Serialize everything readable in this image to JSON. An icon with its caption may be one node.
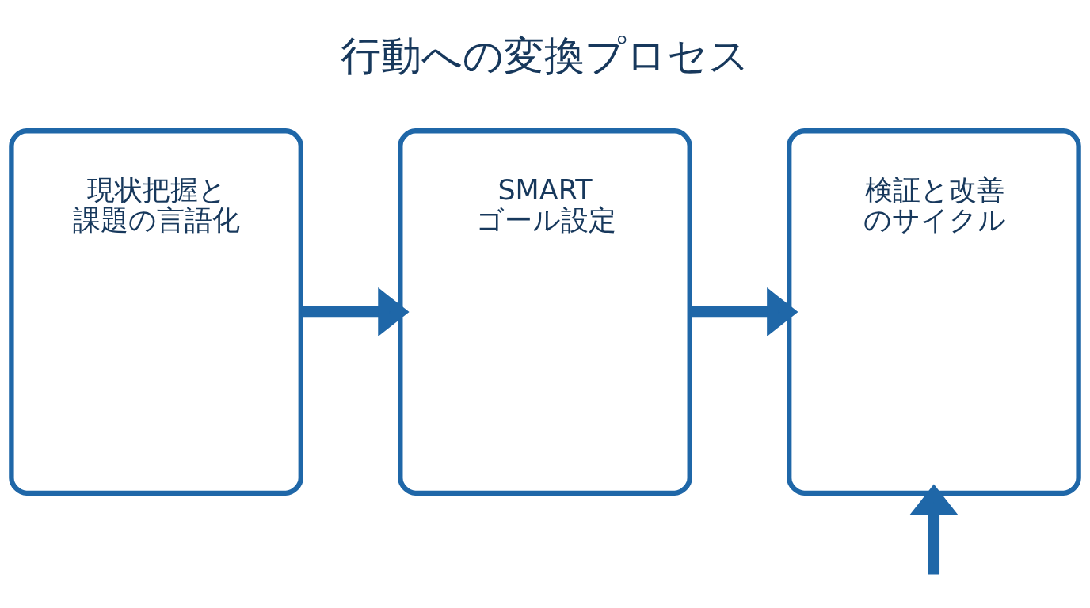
{
  "diagram": {
    "title": "行動への変換プロセス",
    "nodes": [
      {
        "text": [
          "現状把握と課題の言語化"
        ]
      },
      {
        "text": [
          "SMARTゴール設定"
        ]
      },
      {
        "text": [
          "検証と改善のサイクル"
        ]
      }
    ],
    "edges": [
      {
        "from": 0,
        "to": 1,
        "arrow": "to"
      },
      {
        "from": 1,
        "to": 2,
        "arrow": "to"
      },
      {
        "from": null,
        "to": 2,
        "arrow": "to"
      }
    ]
  }
}
